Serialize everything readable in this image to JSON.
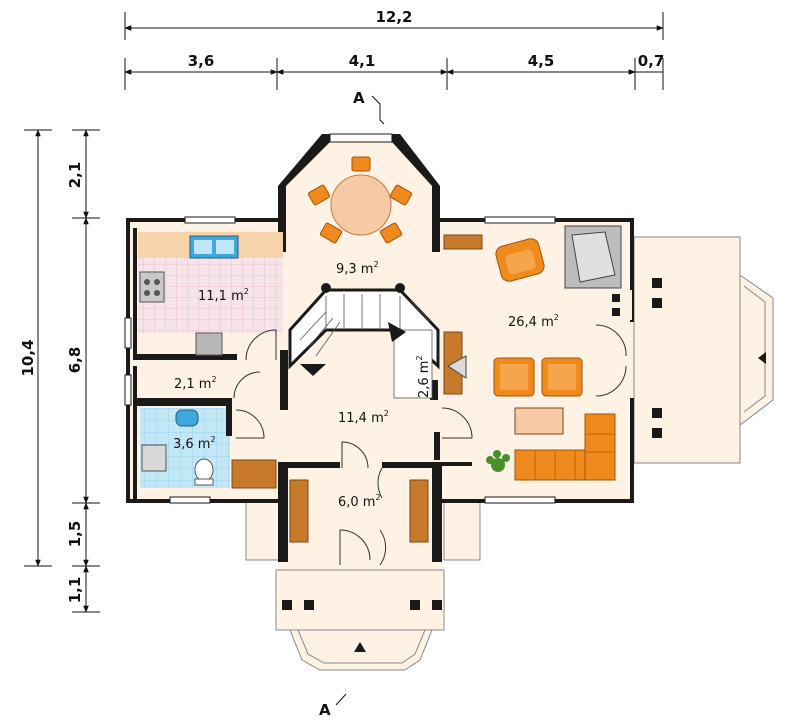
{
  "dimensions": {
    "overall_width": "12,2",
    "widths": [
      "3,6",
      "4,1",
      "4,5",
      "0,7"
    ],
    "overall_depth": "10,4",
    "depths": [
      "2,1",
      "6,8",
      "1,5",
      "1,1"
    ]
  },
  "section_marks": {
    "top": "A",
    "bottom": "A"
  },
  "rooms": {
    "dining": "9,3 m",
    "kitchen": "11,1 m",
    "living": "26,4 m",
    "pantry": "2,1 m",
    "bathroom": "3,6 m",
    "hall": "11,4 m",
    "closet": "2,6 m",
    "vestibule": "6,0 m"
  },
  "area_unit_exponent": "2",
  "colors": {
    "floor": "#fdf2e3",
    "wall": "#1a1a1a",
    "bath_tile": "#bfe6f7",
    "kitchen_tile": "#f6e2e7",
    "furniture_orange": "#f08a1c",
    "table_wood": "#f7c9a4",
    "cabinet_brown": "#c77a2c"
  }
}
